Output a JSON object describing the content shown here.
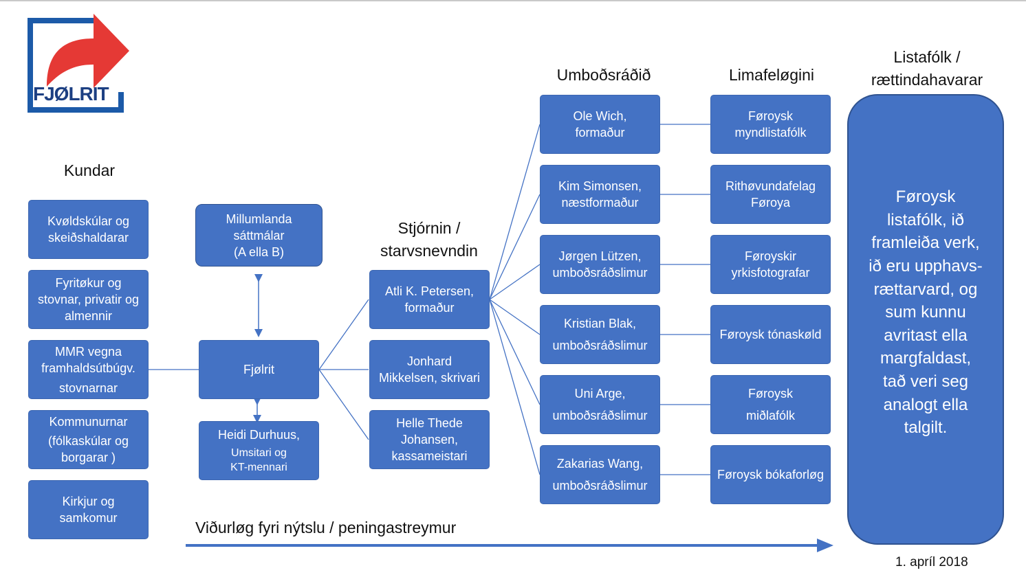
{
  "logo": {
    "text": "FJØLRIT"
  },
  "headers": {
    "kundar": "Kundar",
    "stjorn_1": "Stjórnin /",
    "stjorn_2": "starvsnevndin",
    "umbod": "Umboðsráðið",
    "lima": "Limafeløgini",
    "lista_1": "Listafólk /",
    "lista_2": "rættindahavarar"
  },
  "kundar": [
    {
      "lines": [
        "Kvøldskúlar og",
        "skeiðshaldarar"
      ]
    },
    {
      "lines": [
        "Fyritøkur og",
        "stovnar, privatir og",
        "almennir"
      ]
    },
    {
      "lines": [
        "MMR vegna",
        "framhaldsútbúgv.",
        "stovnarnar"
      ]
    },
    {
      "lines": [
        "Kommunurnar",
        "(fólkaskúlar og",
        "borgarar )"
      ]
    },
    {
      "lines": [
        "Kirkjur og",
        "samkomur"
      ]
    }
  ],
  "millumlanda": {
    "lines": [
      "Millumlanda",
      "sáttmálar",
      "(A ella B)"
    ]
  },
  "fjolrit": {
    "label": "Fjølrit"
  },
  "heidi": {
    "name": "Heidi Durhuus,",
    "role_1": "Umsitari og",
    "role_2": "KT-mennari"
  },
  "stjorn": [
    {
      "lines": [
        "Atli K. Petersen,",
        "formaður"
      ]
    },
    {
      "lines": [
        "Jonhard",
        "Mikkelsen, skrivari"
      ]
    },
    {
      "lines": [
        "Helle Thede",
        "Johansen,",
        "kassameistari"
      ]
    }
  ],
  "umbod": [
    {
      "lines": [
        "Ole Wich,",
        "formaður"
      ]
    },
    {
      "lines": [
        "Kim Simonsen,",
        "næstformaður"
      ]
    },
    {
      "lines": [
        "Jørgen Lützen,",
        "umboðsráðslimur"
      ]
    },
    {
      "lines": [
        "Kristian Blak,",
        "umboðsráðslimur"
      ]
    },
    {
      "lines": [
        "Uni Arge,",
        "umboðsráðslimur"
      ]
    },
    {
      "lines": [
        "Zakarias Wang,",
        "umboðsráðslimur"
      ]
    }
  ],
  "lima": [
    {
      "lines": [
        "Føroysk",
        "myndlistafólk"
      ]
    },
    {
      "lines": [
        "Rithøvundafelag",
        "Føroya"
      ]
    },
    {
      "lines": [
        "Føroyskir",
        "yrkisfotografar"
      ]
    },
    {
      "lines": [
        "Føroysk tónaskøld"
      ]
    },
    {
      "lines": [
        "Føroysk",
        "miðlafólk"
      ]
    },
    {
      "lines": [
        "Føroysk bókaforløg"
      ]
    }
  ],
  "artists": {
    "lines": [
      "Føroysk",
      "listafólk, ið",
      "framleiða verk,",
      "ið eru upphavs-",
      "rættarvard, og",
      "sum kunnu",
      "avritast ella",
      "margfaldast,",
      "tað veri seg",
      "analogt ella",
      "talgilt."
    ]
  },
  "flow": {
    "label": "Viðurløg fyri nýtslu / peningastreymur"
  },
  "date": "1. apríl 2018",
  "colors": {
    "box": "#4472c4",
    "line": "#4472c4",
    "logo_red": "#e53935",
    "logo_blue": "#1c5aa8"
  }
}
